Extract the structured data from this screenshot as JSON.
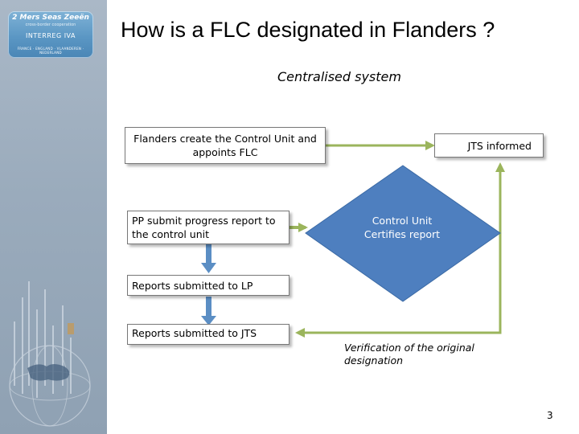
{
  "logo": {
    "title": "2 Mers Seas Zeeën",
    "subtitle": "cross-border cooperation",
    "program": "INTERREG IVA",
    "countries": "FRANCE · ENGLAND · VLAANDEREN · NEDERLAND"
  },
  "title": "How is a FLC designated in Flanders ?",
  "subtitle": "Centralised system",
  "boxes": {
    "flanders": "Flanders create the Control Unit and appoints FLC",
    "jts_informed": "JTS informed",
    "pp_submit": "PP submit progress report to the control unit",
    "reports_lp": "Reports submitted to LP",
    "reports_jts": "Reports submitted to JTS"
  },
  "diamond": {
    "label": "Control Unit Certifies report",
    "color": "#4e7fbf"
  },
  "note": "Verification of the original designation",
  "page_number": "3",
  "colors": {
    "green_arrow": "#9bb55c",
    "blue_arrow": "#5b8ec4"
  }
}
